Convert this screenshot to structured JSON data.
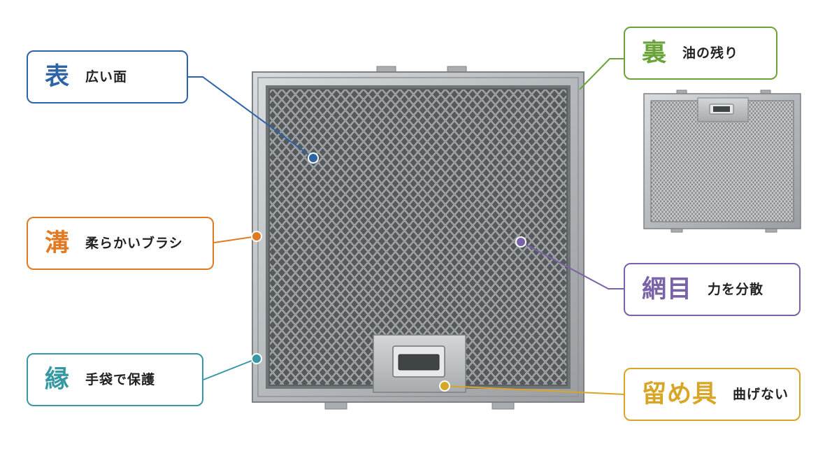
{
  "callouts": {
    "front": {
      "key": "表",
      "desc": "広い面",
      "color": "#2d63a7"
    },
    "groove": {
      "key": "溝",
      "desc": "柔らかいブラシ",
      "color": "#e07b24"
    },
    "edge": {
      "key": "縁",
      "desc": "手袋で保護",
      "color": "#3598a4"
    },
    "back": {
      "key": "裏",
      "desc": "油の残り",
      "color": "#6aa33a"
    },
    "mesh": {
      "key": "網目",
      "desc": "力を分散",
      "color": "#7a62a8"
    },
    "clip": {
      "key": "留め具",
      "desc": "曲げない",
      "color": "#d8a526"
    }
  },
  "images": {
    "main_filter": "range-hood-grease-filter-front",
    "thumbnail": "range-hood-grease-filter-back"
  }
}
